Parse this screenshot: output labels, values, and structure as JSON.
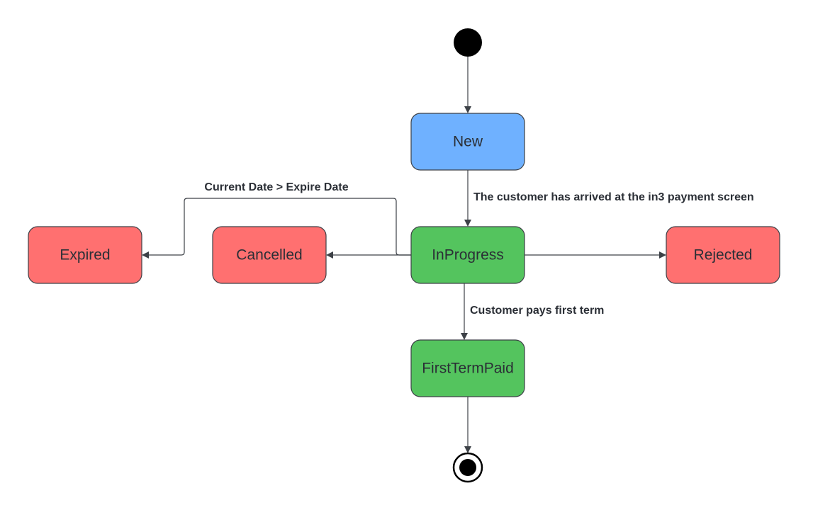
{
  "states": {
    "new": {
      "label": "New",
      "color": "#6fb1ff"
    },
    "in_progress": {
      "label": "InProgress",
      "color": "#54c45e"
    },
    "first_term_paid": {
      "label": "FirstTermPaid",
      "color": "#54c45e"
    },
    "expired": {
      "label": "Expired",
      "color": "#ff7070"
    },
    "cancelled": {
      "label": "Cancelled",
      "color": "#ff7070"
    },
    "rejected": {
      "label": "Rejected",
      "color": "#ff7070"
    }
  },
  "transitions": {
    "new_to_in_progress": "The customer has arrived at the in3 payment screen",
    "in_progress_to_expired": "Current Date > Expire Date",
    "in_progress_to_first_term_paid": "Customer pays first term"
  },
  "colors": {
    "line": "#3d4147",
    "text": "#2b2f36",
    "initial_node": "#000000"
  }
}
